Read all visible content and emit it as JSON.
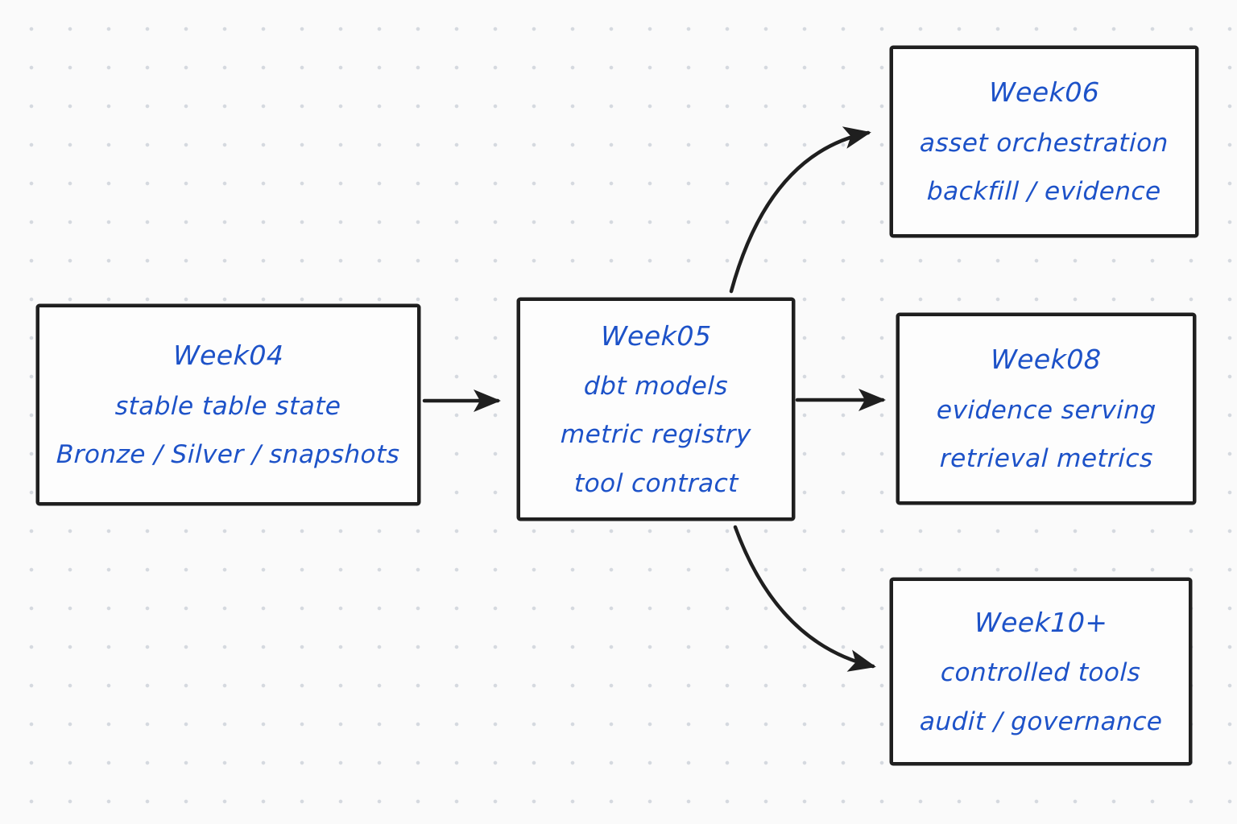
{
  "diagram": {
    "nodes": [
      {
        "id": "week04",
        "title": "Week04",
        "lines": [
          "stable table state",
          "Bronze / Silver / snapshots"
        ]
      },
      {
        "id": "week05",
        "title": "Week05",
        "lines": [
          "dbt models",
          "metric registry",
          "tool contract"
        ]
      },
      {
        "id": "week06",
        "title": "Week06",
        "lines": [
          "asset orchestration",
          "backfill / evidence"
        ]
      },
      {
        "id": "week08",
        "title": "Week08",
        "lines": [
          "evidence serving",
          "retrieval metrics"
        ]
      },
      {
        "id": "week10",
        "title": "Week10+",
        "lines": [
          "controlled tools",
          "audit / governance"
        ]
      }
    ],
    "edges": [
      {
        "from": "week04",
        "to": "week05",
        "style": "straight"
      },
      {
        "from": "week05",
        "to": "week06",
        "style": "curved-up"
      },
      {
        "from": "week05",
        "to": "week08",
        "style": "straight"
      },
      {
        "from": "week05",
        "to": "week10",
        "style": "curved-down"
      }
    ],
    "colors": {
      "text": "#1d52c8",
      "stroke": "#1f1f1f",
      "background": "#fafafa",
      "grid_dot": "#d5d9df",
      "node_fill": "#fdfdfd"
    }
  }
}
